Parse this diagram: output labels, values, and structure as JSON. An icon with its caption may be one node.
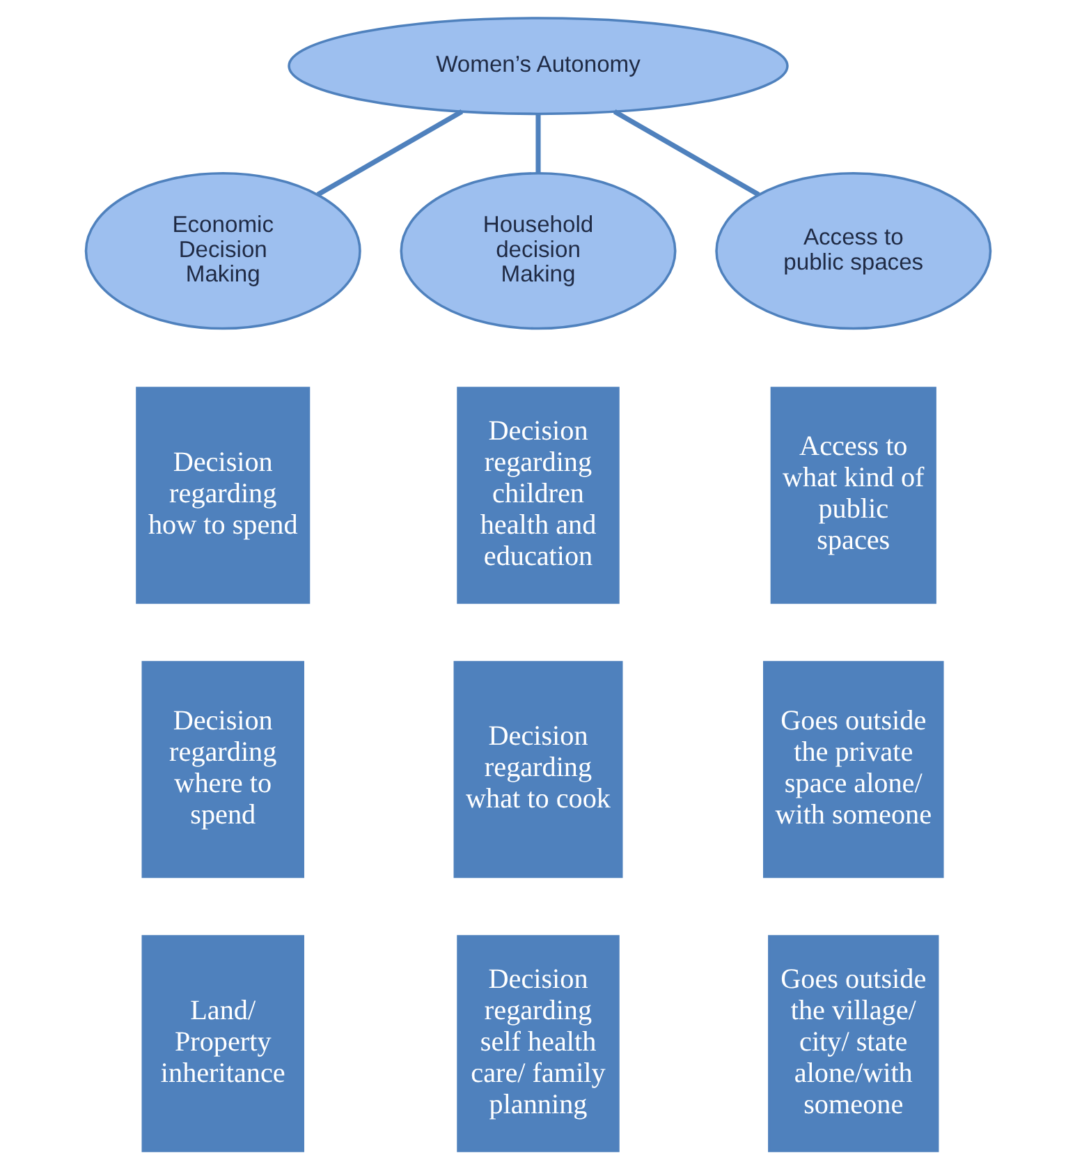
{
  "diagram": {
    "nodes": [
      {
        "text": [
          "Women’s Autonomy"
        ]
      },
      {
        "text": [
          "Economic Decision Making"
        ]
      },
      {
        "text": [
          "Household decision Making"
        ]
      },
      {
        "text": [
          "Access to public spaces"
        ]
      },
      {
        "text": [
          "Decision regarding how to spend"
        ]
      },
      {
        "text": [
          "Decision regarding where to spend"
        ]
      },
      {
        "text": [
          "Land/ Property inheritance"
        ]
      },
      {
        "text": [
          "Decision regarding children health and education"
        ]
      },
      {
        "text": [
          "Decision regarding what to cook"
        ]
      },
      {
        "text": [
          "Decision regarding self health care/ family planning"
        ]
      },
      {
        "text": [
          "Access to what kind of public spaces"
        ]
      },
      {
        "text": [
          "Goes outside the private space alone/ with someone"
        ]
      },
      {
        "text": [
          "Goes outside the village/ city/ state alone/with someone"
        ]
      }
    ],
    "edges": [
      {
        "from": 0,
        "to": 1,
        "arrow": "none"
      },
      {
        "from": 0,
        "to": 2,
        "arrow": "none"
      },
      {
        "from": 0,
        "to": 3,
        "arrow": "none"
      }
    ]
  }
}
